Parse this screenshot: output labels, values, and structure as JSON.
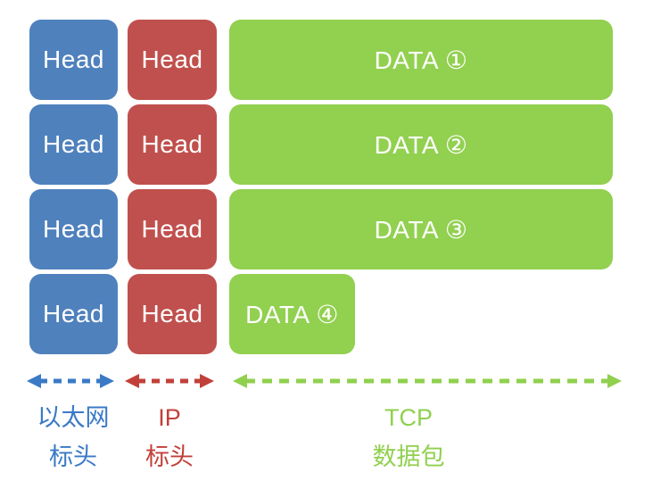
{
  "colors": {
    "ethernet_blue": "#4f81bd",
    "ip_red": "#c0504d",
    "tcp_green": "#92d050",
    "ethernet_accent": "#3a7ac6",
    "ip_accent": "#c2403a",
    "tcp_accent": "#90d04e"
  },
  "blocks": {
    "rows": [
      {
        "ethernet": "Head",
        "ip": "Head",
        "data": "DATA ①"
      },
      {
        "ethernet": "Head",
        "ip": "Head",
        "data": "DATA ②"
      },
      {
        "ethernet": "Head",
        "ip": "Head",
        "data": "DATA ③"
      },
      {
        "ethernet": "Head",
        "ip": "Head",
        "data": "DATA ④"
      }
    ]
  },
  "legend": {
    "ethernet": {
      "line1": "以太网",
      "line2": "标头"
    },
    "ip": {
      "line1": "IP",
      "line2": "标头"
    },
    "tcp": {
      "line1": "TCP",
      "line2": "数据包"
    }
  }
}
